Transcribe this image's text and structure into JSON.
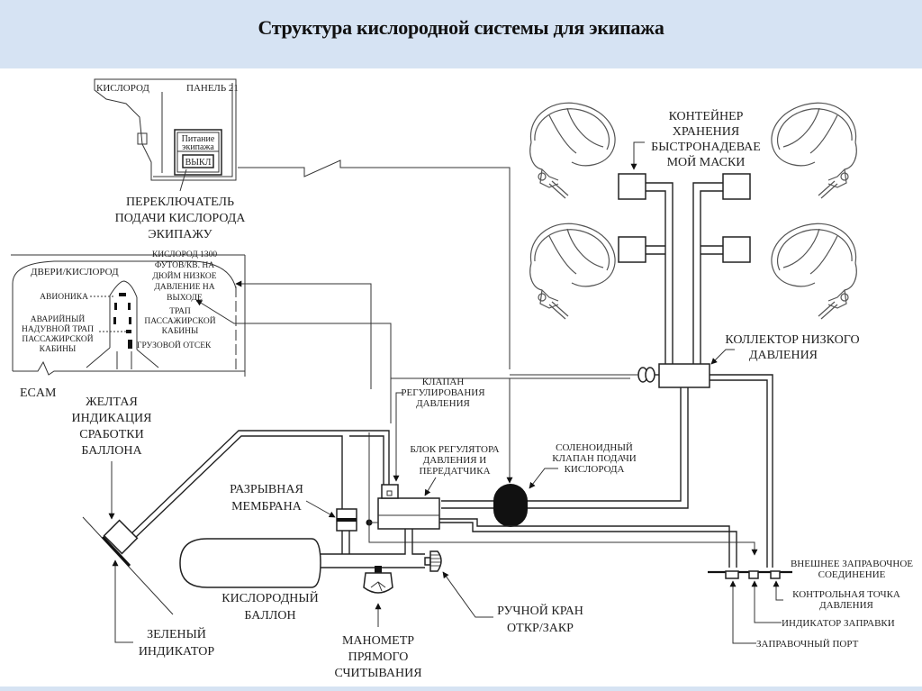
{
  "header": {
    "title": "Структура кислородной системы для экипажа",
    "background": "#d6e3f3"
  },
  "overhead_panel": {
    "left_label": "КИСЛОРОД",
    "right_label": "ПАНЕЛЬ 21",
    "switch_caption": [
      "Питание",
      "экипажа"
    ],
    "switch_state": "ВЫКЛ"
  },
  "labels": {
    "crew_supply_switch": [
      "ПЕРЕКЛЮЧАТЕЛЬ",
      "ПОДАЧИ КИСЛОРОДА",
      "ЭКИПАЖУ"
    ],
    "mask_stowage": [
      "КОНТЕЙНЕР",
      "ХРАНЕНИЯ",
      "БЫСТРОНАДЕВАЕ",
      "МОЙ МАСКИ"
    ],
    "low_pressure_manifold": [
      "КОЛЛЕКТОР НИЗКОГО",
      "ДАВЛЕНИЯ"
    ],
    "pressure_reg_valve": [
      "КЛАПАН",
      "РЕГУЛИРОВАНИЯ",
      "ДАВЛЕНИЯ"
    ],
    "regulator_transmitter": [
      "БЛОК РЕГУЛЯТОРА",
      "ДАВЛЕНИЯ И",
      "ПЕРЕДАТЧИКА"
    ],
    "solenoid_valve": [
      "СОЛЕНОИДНЫЙ",
      "КЛАПАН ПОДАЧИ",
      "КИСЛОРОДА"
    ],
    "yellow_indication": [
      "ЖЕЛТАЯ",
      "ИНДИКАЦИЯ",
      "СРАБОТКИ",
      "БАЛЛОНА"
    ],
    "burst_disc": [
      "РАЗРЫВНАЯ",
      "МЕМБРАНА"
    ],
    "oxygen_cylinder": [
      "КИСЛОРОДНЫЙ",
      "БАЛЛОН"
    ],
    "green_indicator": [
      "ЗЕЛЕНЫЙ",
      "ИНДИКАТОР"
    ],
    "direct_gauge": [
      "МАНОМЕТР",
      "ПРЯМОГО",
      "СЧИТЫВАНИЯ"
    ],
    "manual_valve": [
      "РУЧНОЙ КРАН",
      "ОТКР/ЗАКР"
    ],
    "external_fill": [
      "ВНЕШНЕЕ ЗАПРАВОЧНОЕ",
      "СОЕДИНЕНИЕ"
    ],
    "pressure_test_point": [
      "КОНТРОЛЬНАЯ ТОЧКА",
      "ДАВЛЕНИЯ"
    ],
    "fill_indicator": "ИНДИКАТОР ЗАПРАВКИ",
    "fill_port": "ЗАПРАВОЧНЫЙ ПОРТ"
  },
  "ecam": {
    "name": "ECAM",
    "page_title": "ДВЕРИ/КИСЛОРОД",
    "oxygen_readout": [
      "КИСЛОРОД 1300",
      "ФУТОВ/КВ. НА",
      "ДЮЙМ НИЗКОЕ",
      "ДАВЛЕНИЕ НА",
      "ВЫХОДЕ"
    ],
    "avionics": "АВИОНИКА",
    "emergency_slide": [
      "АВАРИЙНЫЙ",
      "НАДУВНОЙ ТРАП",
      "ПАССАЖИРСКОЙ",
      "КАБИНЫ"
    ],
    "cabin_slide": [
      "ТРАП",
      "ПАССАЖИРСКОЙ",
      "КАБИНЫ"
    ],
    "cargo": "ГРУЗОВОЙ ОТСЕК"
  },
  "icons": [
    "oxygen-mask-icon",
    "pressure-gauge-icon",
    "valve-knob-icon",
    "solenoid-valve-icon",
    "cylinder-icon"
  ]
}
